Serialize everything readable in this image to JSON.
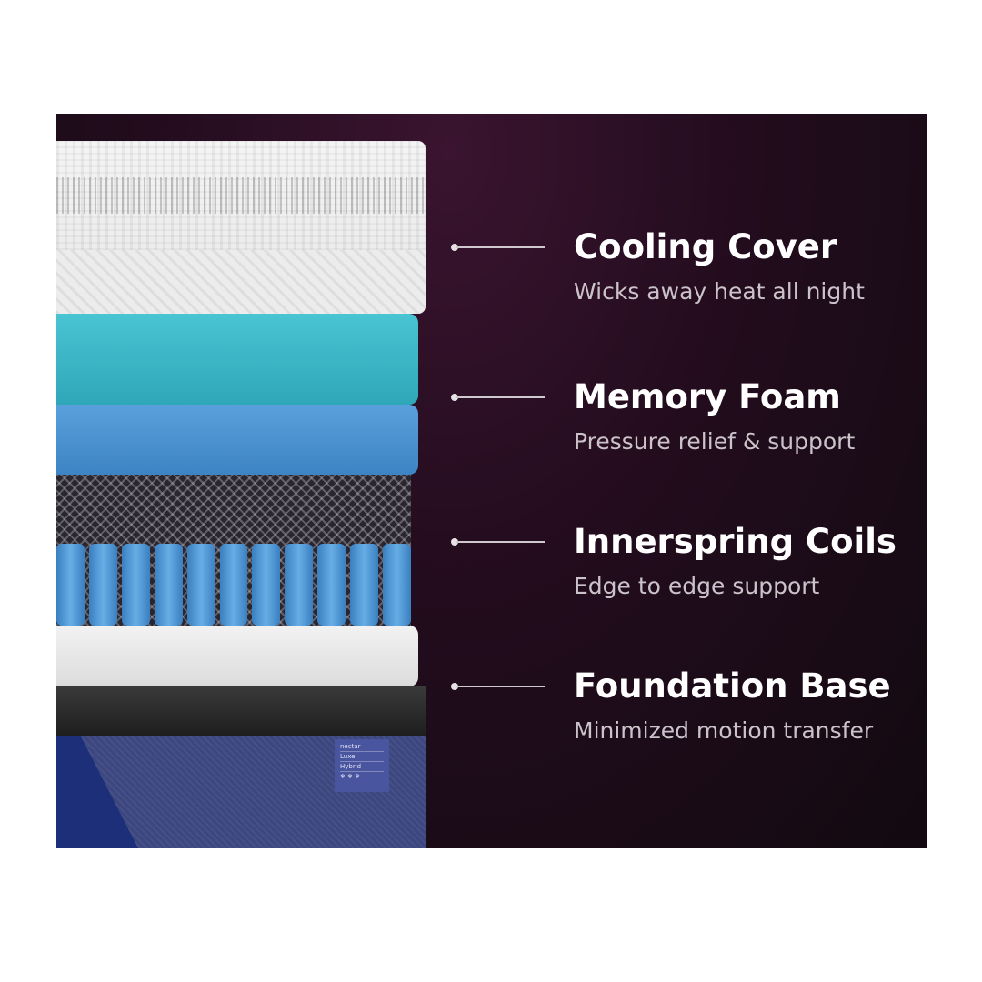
{
  "brand_tag": {
    "brand": "nectar",
    "model": "Luxe",
    "type": "Hybrid"
  },
  "features": [
    {
      "title": "Cooling Cover",
      "subtitle": "Wicks away heat all night"
    },
    {
      "title": "Memory Foam",
      "subtitle": "Pressure relief & support"
    },
    {
      "title": "Innerspring Coils",
      "subtitle": "Edge to edge support"
    },
    {
      "title": "Foundation Base",
      "subtitle": "Minimized motion transfer"
    }
  ],
  "colors": {
    "background": "#220c1d",
    "teal_foam": "#3cb8c8",
    "blue_foam": "#4a90d0",
    "base_cover": "#3c4780"
  }
}
